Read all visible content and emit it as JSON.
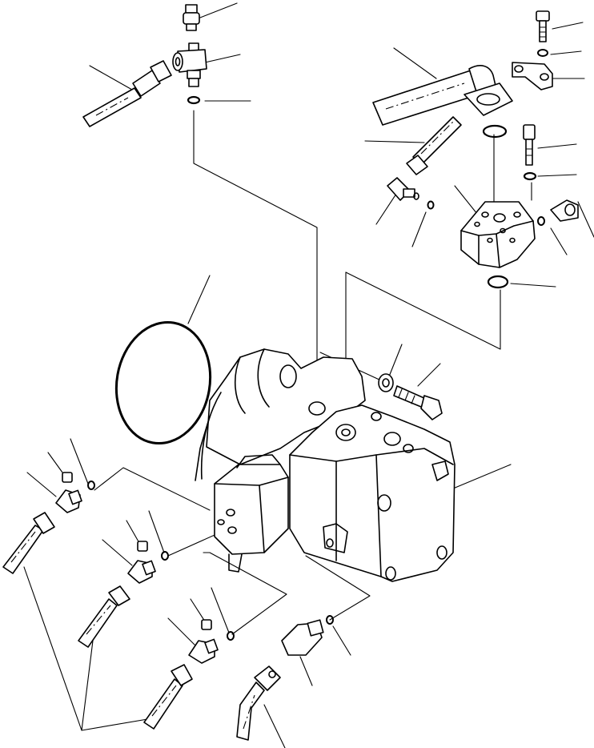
{
  "diagram": {
    "background": "#ffffff",
    "ink": "#000000",
    "parts": [
      "pump-assembly",
      "large-o-ring",
      "elbow-flange-tube",
      "split-flange",
      "flange-bolt",
      "manifold-block",
      "mounting-bolt",
      "hose-assemblies",
      "fittings",
      "small-o-rings"
    ]
  }
}
